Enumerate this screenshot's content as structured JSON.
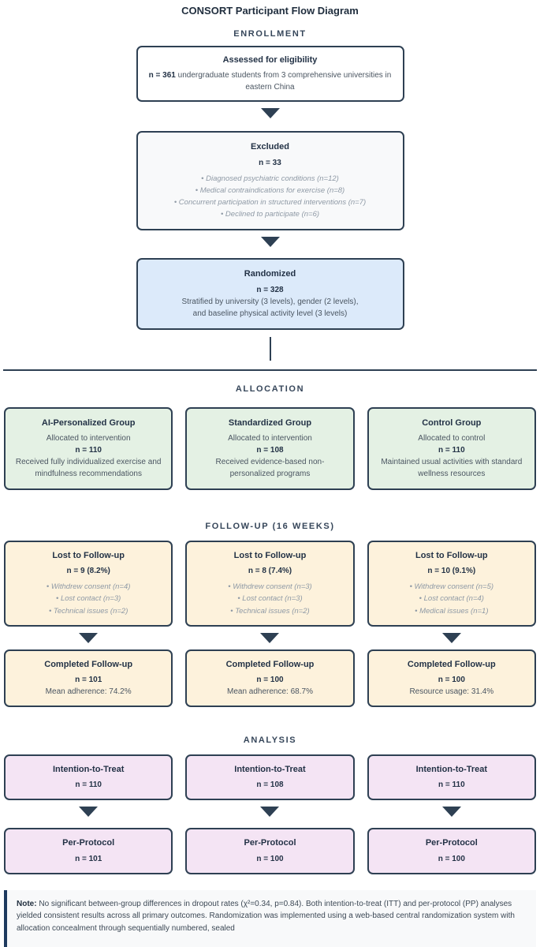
{
  "title": "CONSORT Participant Flow Diagram",
  "colors": {
    "border": "#2e4053",
    "header_text": "#36465a",
    "assessed_bg": "#ffffff",
    "excluded_bg": "#f8f9fa",
    "randomized_bg": "#dceafa",
    "allocation_bg": "#e4f1e4",
    "followup_bg": "#fdf2dc",
    "analysis_bg": "#f4e4f4",
    "note_accent": "#1e3a5f"
  },
  "enrollment": {
    "header": "ENROLLMENT",
    "assessed": {
      "title": "Assessed for eligibility",
      "n": "n = 361",
      "description": "undergraduate students from 3 comprehensive universities in eastern China"
    },
    "excluded": {
      "title": "Excluded",
      "n": "n = 33",
      "reasons": [
        "• Diagnosed psychiatric conditions (n=12)",
        "• Medical contraindications for exercise (n=8)",
        "• Concurrent participation in structured interventions (n=7)",
        "• Declined to participate (n=6)"
      ]
    },
    "randomized": {
      "title": "Randomized",
      "n": "n = 328",
      "lines": [
        "Stratified by university (3 levels), gender (2 levels),",
        "and baseline physical activity level (3 levels)"
      ]
    }
  },
  "allocation": {
    "header": "ALLOCATION",
    "boxes": [
      {
        "title": "AI-Personalized Group",
        "subtitle": "Allocated to intervention",
        "n": "n = 110",
        "description": "Received fully individualized exercise and mindfulness recommendations"
      },
      {
        "title": "Standardized Group",
        "subtitle": "Allocated to intervention",
        "n": "n = 108",
        "description": "Received evidence-based non-personalized programs"
      },
      {
        "title": "Control Group",
        "subtitle": "Allocated to control",
        "n": "n = 110",
        "description": "Maintained usual activities with standard wellness resources"
      }
    ]
  },
  "followup": {
    "header": "FOLLOW-UP (16 WEEKS)",
    "lost": [
      {
        "title": "Lost to Follow-up",
        "n": "n = 9 (8.2%)",
        "reasons": [
          "• Withdrew consent (n=4)",
          "• Lost contact (n=3)",
          "• Technical issues (n=2)"
        ]
      },
      {
        "title": "Lost to Follow-up",
        "n": "n = 8 (7.4%)",
        "reasons": [
          "• Withdrew consent (n=3)",
          "• Lost contact (n=3)",
          "• Technical issues (n=2)"
        ]
      },
      {
        "title": "Lost to Follow-up",
        "n": "n = 10 (9.1%)",
        "reasons": [
          "• Withdrew consent (n=5)",
          "• Lost contact (n=4)",
          "• Medical issues (n=1)"
        ]
      }
    ],
    "completed": [
      {
        "title": "Completed Follow-up",
        "n": "n = 101",
        "detail": "Mean adherence: 74.2%"
      },
      {
        "title": "Completed Follow-up",
        "n": "n = 100",
        "detail": "Mean adherence: 68.7%"
      },
      {
        "title": "Completed Follow-up",
        "n": "n = 100",
        "detail": "Resource usage: 31.4%"
      }
    ]
  },
  "analysis": {
    "header": "ANALYSIS",
    "itt": [
      {
        "title": "Intention-to-Treat",
        "n": "n = 110"
      },
      {
        "title": "Intention-to-Treat",
        "n": "n = 108"
      },
      {
        "title": "Intention-to-Treat",
        "n": "n = 110"
      }
    ],
    "pp": [
      {
        "title": "Per-Protocol",
        "n": "n = 101"
      },
      {
        "title": "Per-Protocol",
        "n": "n = 100"
      },
      {
        "title": "Per-Protocol",
        "n": "n = 100"
      }
    ]
  },
  "note": {
    "label": "Note:",
    "text": "No significant between-group differences in dropout rates (χ²=0.34, p=0.84). Both intention-to-treat (ITT) and per-protocol (PP) analyses yielded consistent results across all primary outcomes. Randomization was implemented using a web-based central randomization system with allocation concealment through sequentially numbered, sealed"
  }
}
